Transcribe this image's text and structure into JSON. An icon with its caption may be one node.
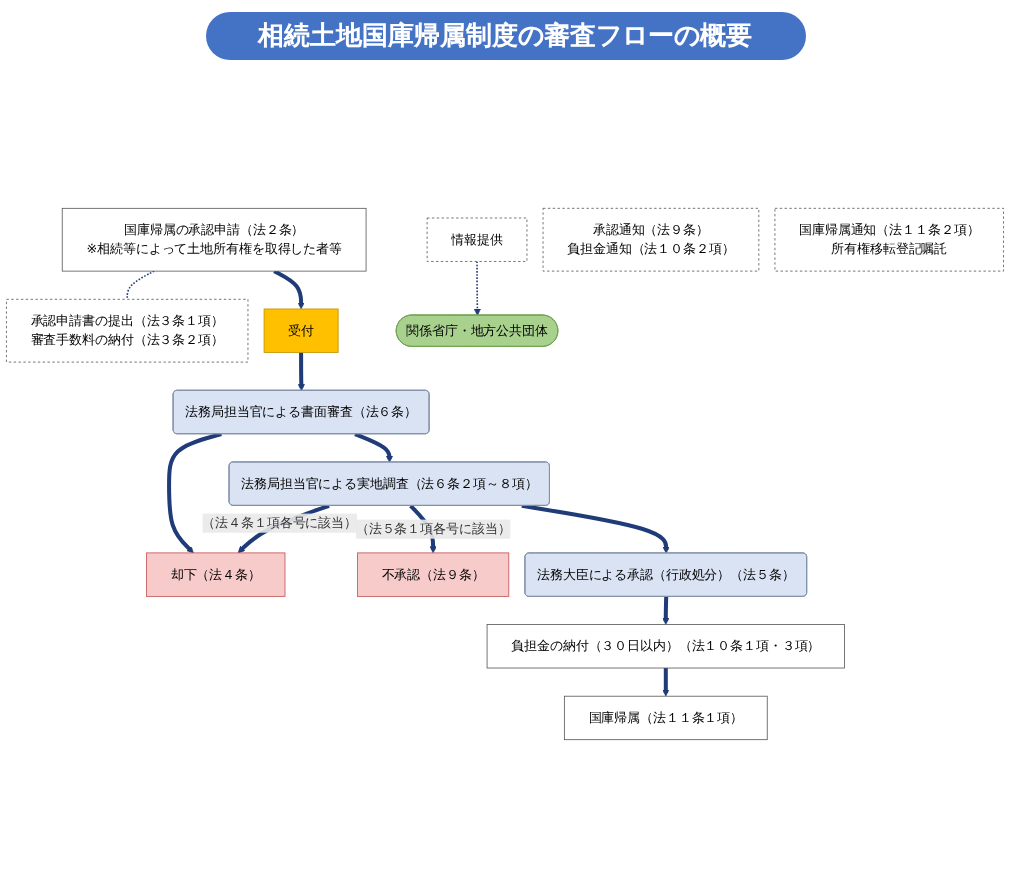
{
  "diagram": {
    "title": "相続土地国庫帰属制度の審査フローの概要",
    "nodes": [
      {
        "text": [
          "国庫帰属の承認申請（法２条）",
          "※相続等によって土地所有権を取得した者等"
        ]
      },
      {
        "text": [
          "承認申請書の提出（法３条１項）",
          "審査手数料の納付（法３条２項）"
        ]
      },
      {
        "text": [
          "受付"
        ]
      },
      {
        "text": [
          "情報提供"
        ]
      },
      {
        "text": [
          "関係省庁・地方公共団体"
        ]
      },
      {
        "text": [
          "法務局担当官による書面審査（法６条）"
        ]
      },
      {
        "text": [
          "却下（法４条）"
        ]
      },
      {
        "text": [
          "法務局担当官による実地調査（法６条２項～８項）"
        ]
      },
      {
        "text": [
          "不承認（法９条）"
        ]
      },
      {
        "text": [
          "法務大臣による承認（行政処分）（法５条）"
        ]
      },
      {
        "text": [
          "承認通知（法９条）",
          "負担金通知（法１０条２項）"
        ]
      },
      {
        "text": [
          "負担金の納付（３０日以内）（法１０条１項・３項）"
        ]
      },
      {
        "text": [
          "国庫帰属（法１１条１項）"
        ]
      },
      {
        "text": [
          "国庫帰属通知（法１１条２項）",
          "所有権移転登記嘱託"
        ]
      }
    ],
    "edges": [
      {
        "from": 0,
        "to": 1,
        "arrow": "none",
        "style": "dashed"
      },
      {
        "from": 0,
        "to": 2,
        "arrow": "to"
      },
      {
        "from": 3,
        "to": 4,
        "arrow": "to",
        "style": "dashed"
      },
      {
        "from": 2,
        "to": 5,
        "arrow": "to"
      },
      {
        "from": 5,
        "to": 7,
        "arrow": "to"
      },
      {
        "from": 5,
        "to": 6,
        "arrow": "to"
      },
      {
        "from": 7,
        "to": 6,
        "arrow": "to",
        "label": "（法４条１項各号に該当）"
      },
      {
        "from": 7,
        "to": 9,
        "arrow": "to"
      },
      {
        "from": 7,
        "to": 8,
        "arrow": "to",
        "label": "（法５条１項各号に該当）"
      },
      {
        "from": 9,
        "to": 11,
        "arrow": "to"
      },
      {
        "from": 11,
        "to": 12,
        "arrow": "to"
      }
    ]
  }
}
